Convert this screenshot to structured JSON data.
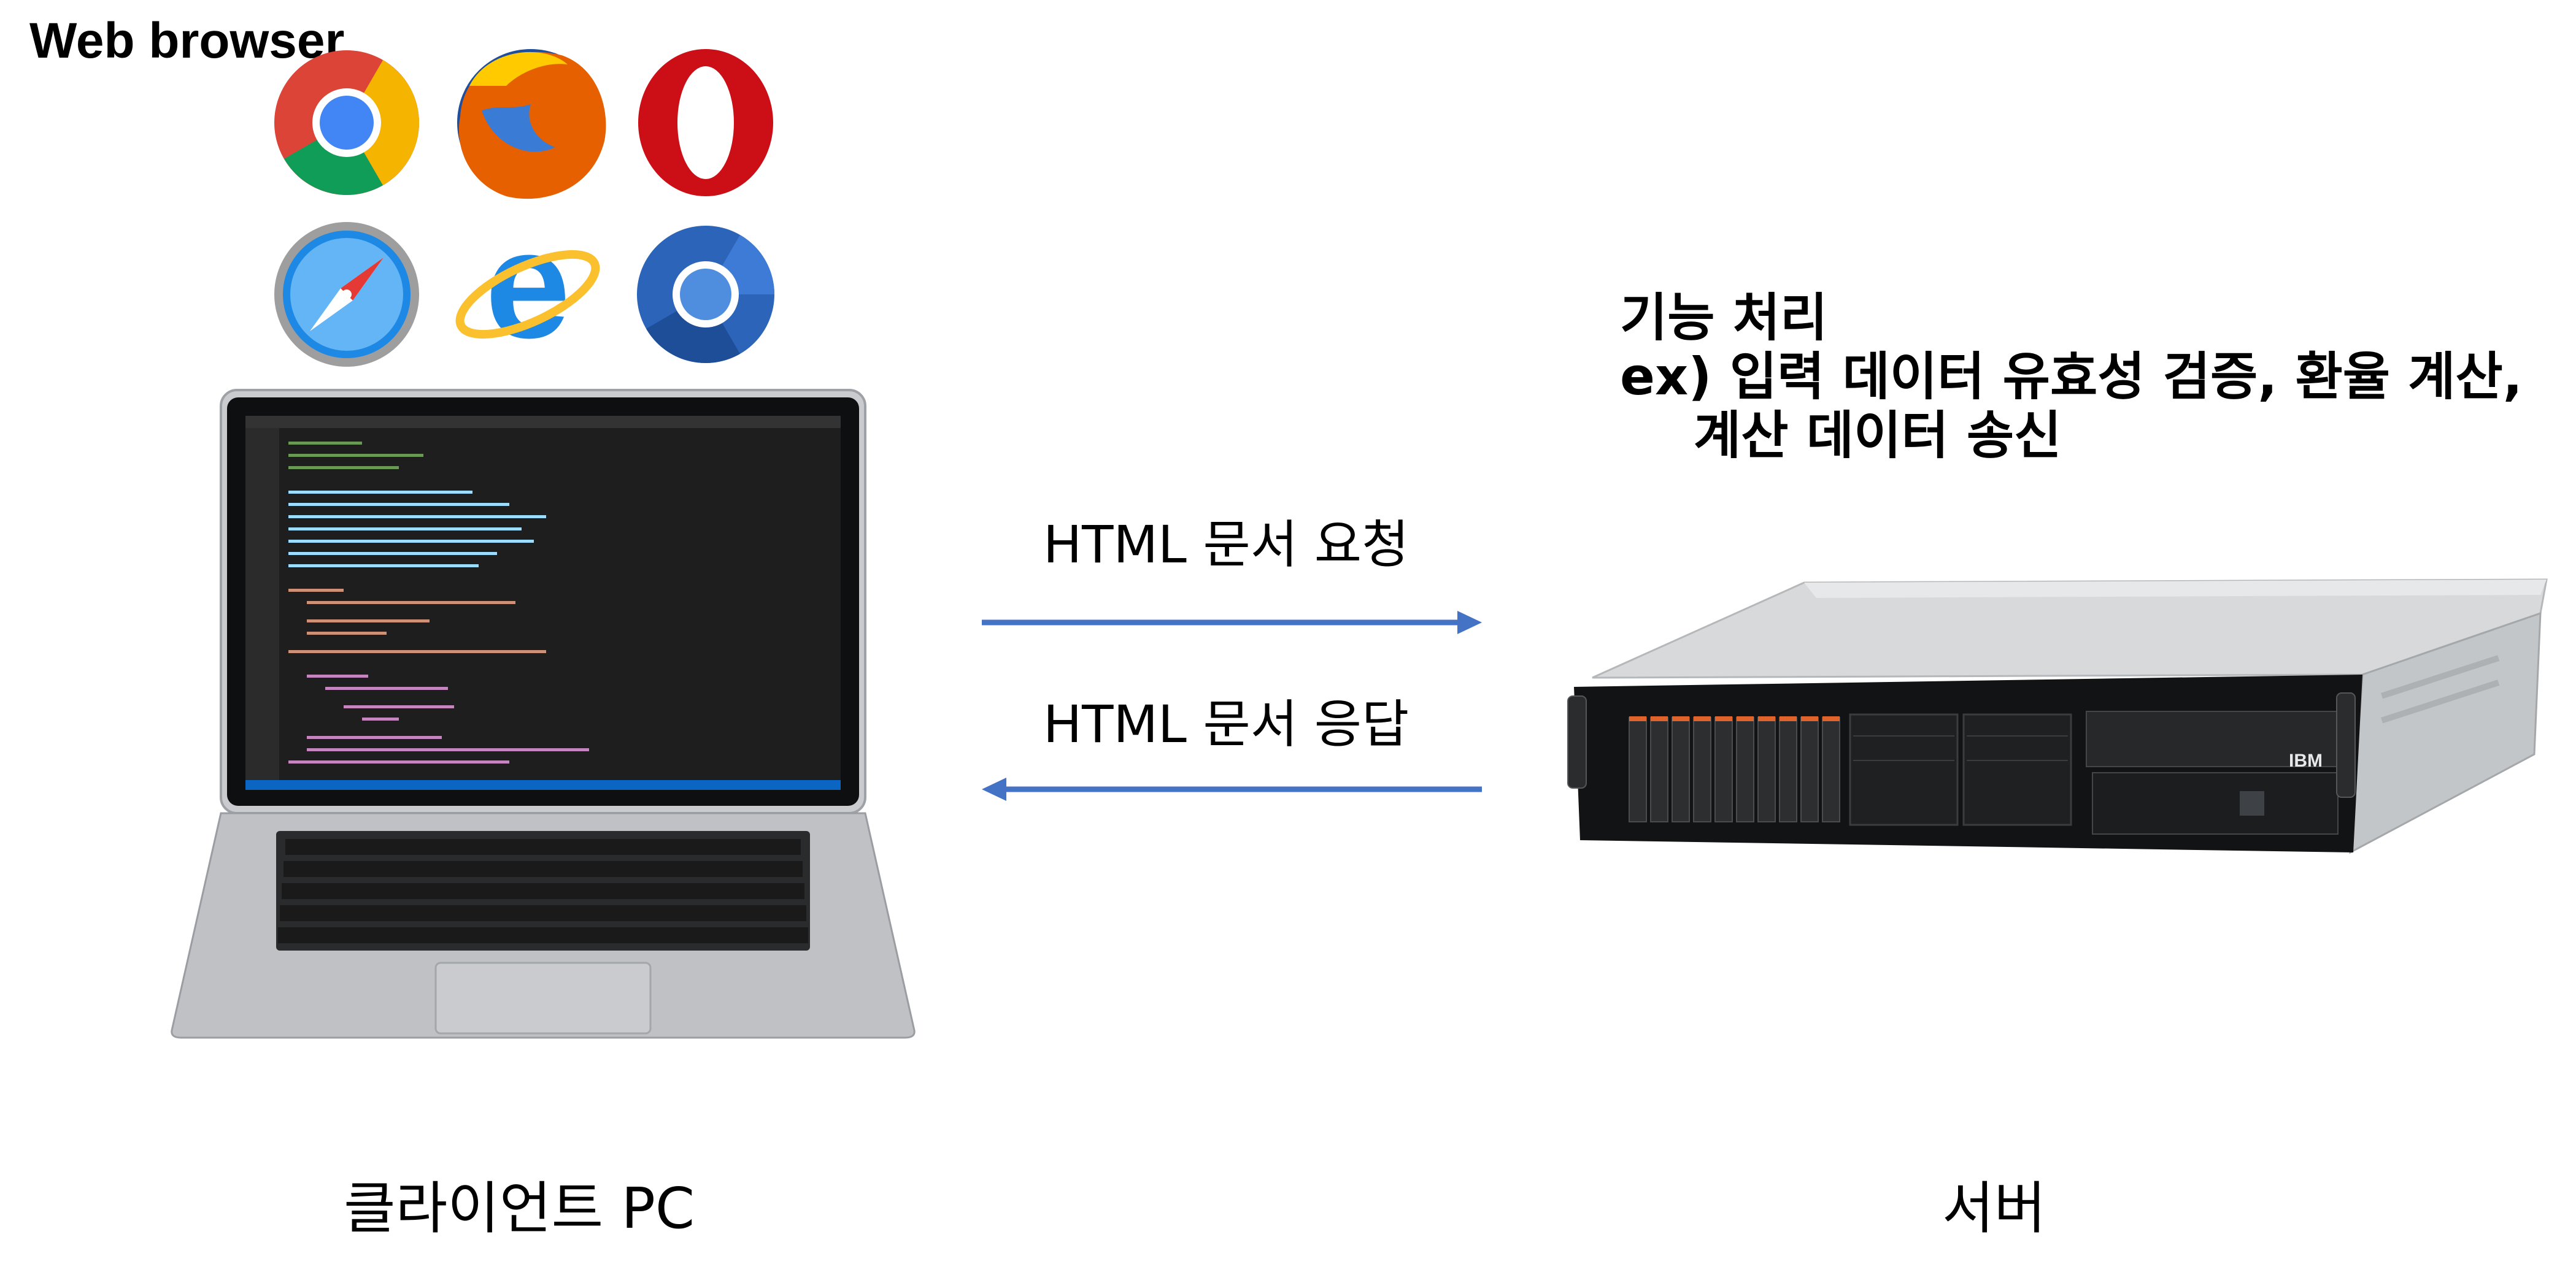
{
  "browser_group": {
    "title": "Web browser",
    "icons": [
      "chrome-icon",
      "firefox-icon",
      "opera-icon",
      "safari-icon",
      "internet-explorer-icon",
      "chromium-icon"
    ]
  },
  "server_description": {
    "heading": "기능 처리",
    "example_line": "ex) 입력 데이터 유효성 검증, 환율 계산,",
    "continuation_line": "계산 데이터 송신"
  },
  "arrows": {
    "request_label": "HTML 문서 요청",
    "response_label": "HTML 문서 응답",
    "color": "#4472C4"
  },
  "client": {
    "caption": "클라이언트 PC"
  },
  "server": {
    "caption": "서버",
    "brand": "IBM"
  }
}
